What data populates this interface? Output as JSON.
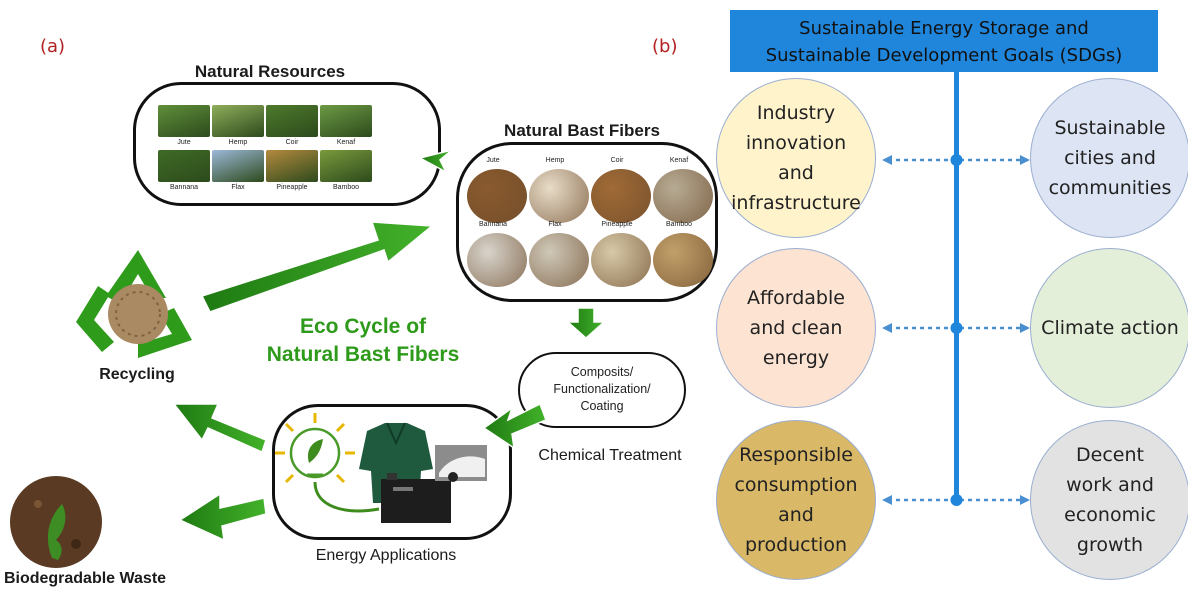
{
  "panel_a": {
    "label": "(a)",
    "natural_resources": {
      "heading": "Natural Resources",
      "items": [
        "Jute",
        "Hemp",
        "Coir",
        "Kenaf",
        "Bannana",
        "Flax",
        "Pineapple",
        "Bamboo"
      ]
    },
    "bast_fibers": {
      "heading": "Natural Bast Fibers",
      "items": [
        "Jute",
        "Hemp",
        "Coir",
        "Kenaf",
        "Bannana",
        "Flax",
        "Pineapple",
        "Bamboo"
      ]
    },
    "eco_title": [
      "Eco Cycle of",
      "Natural Bast Fibers"
    ],
    "treatment": {
      "lines": [
        "Composits/",
        "Functionalization/",
        "Coating"
      ],
      "label": "Chemical Treatment"
    },
    "energy_label": "Energy Applications",
    "recycling_label": "Recycling",
    "waste_label": "Biodegradable Waste"
  },
  "panel_b": {
    "label": "(b)",
    "header": [
      "Sustainable Energy Storage and",
      "Sustainable Development Goals (SDGs)"
    ],
    "goals": [
      {
        "lines": [
          "Industry",
          "innovation",
          "and",
          "infrastructure"
        ],
        "color": "#fff3cc"
      },
      {
        "lines": [
          "Sustainable",
          "cities and",
          "communities"
        ],
        "color": "#dde4f4"
      },
      {
        "lines": [
          "Affordable",
          "and clean",
          "energy"
        ],
        "color": "#fde3d2"
      },
      {
        "lines": [
          "Climate action"
        ],
        "color": "#e4efd9"
      },
      {
        "lines": [
          "Responsible",
          "consumption",
          "and",
          "production"
        ],
        "color": "#d9b867"
      },
      {
        "lines": [
          "Decent",
          "work and",
          "economic",
          "growth"
        ],
        "color": "#e2e2e2"
      }
    ],
    "colors": {
      "spine": "#1f86dc",
      "connector": "#4a90d0"
    }
  }
}
